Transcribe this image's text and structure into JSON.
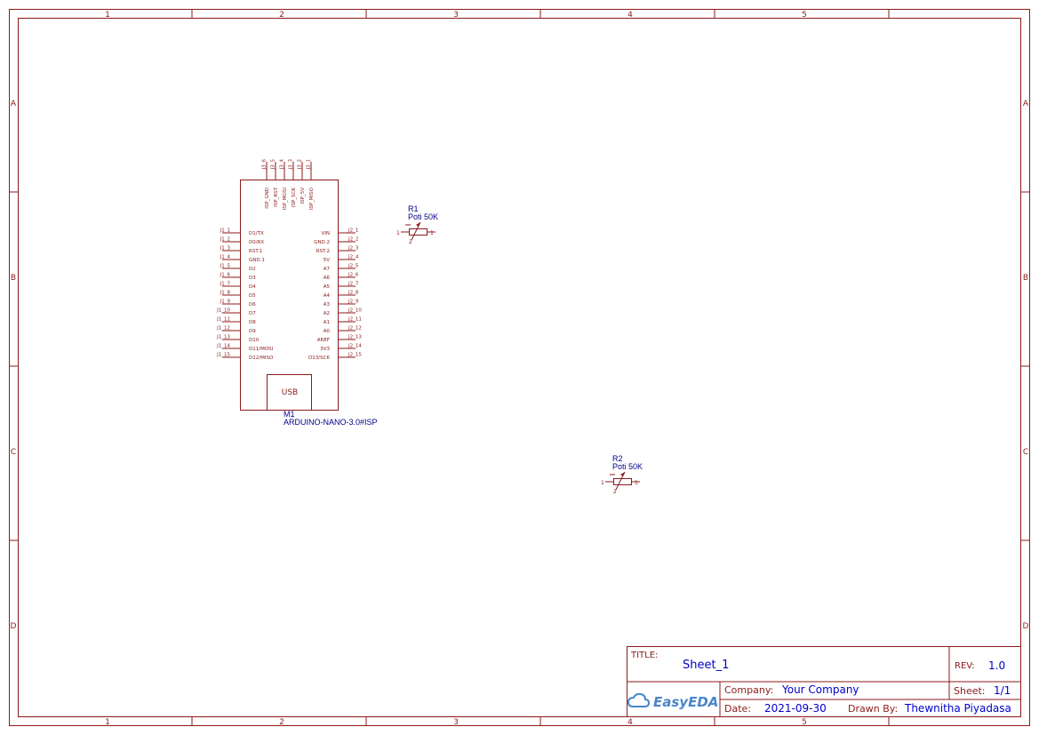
{
  "frame": {
    "columns": [
      "1",
      "2",
      "3",
      "4",
      "5"
    ],
    "rows": [
      "A",
      "B",
      "C",
      "D"
    ]
  },
  "arduino": {
    "designator": "M1",
    "part": "ARDUINO-NANO-3.0#ISP",
    "usb_label": "USB",
    "top_pins": [
      {
        "num": "J3_6",
        "name": "ISP_GND"
      },
      {
        "num": "J3_5",
        "name": "ISP_RST"
      },
      {
        "num": "J3_4",
        "name": "ISP_MOSI"
      },
      {
        "num": "J3_3",
        "name": "ISP_SCK"
      },
      {
        "num": "J3_2",
        "name": "ISP_5V"
      },
      {
        "num": "J3_1",
        "name": "ISP_MISO"
      }
    ],
    "left_pins": [
      {
        "num": "J1_1",
        "name": "D1/TX"
      },
      {
        "num": "J1_2",
        "name": "D0/RX"
      },
      {
        "num": "J1_3",
        "name": "RST.1"
      },
      {
        "num": "J1_4",
        "name": "GND.1"
      },
      {
        "num": "J1_5",
        "name": "D2"
      },
      {
        "num": "J1_6",
        "name": "D3"
      },
      {
        "num": "J1_7",
        "name": "D4"
      },
      {
        "num": "J1_8",
        "name": "D5"
      },
      {
        "num": "J1_9",
        "name": "D6"
      },
      {
        "num": "J1_10",
        "name": "D7"
      },
      {
        "num": "J1_11",
        "name": "D8"
      },
      {
        "num": "J1_12",
        "name": "D9"
      },
      {
        "num": "J1_13",
        "name": "D10"
      },
      {
        "num": "J1_14",
        "name": "D11/MOSI"
      },
      {
        "num": "J1_15",
        "name": "D12/MISO"
      }
    ],
    "right_pins": [
      {
        "num": "J2_1",
        "name": "VIN"
      },
      {
        "num": "J2_2",
        "name": "GND.2"
      },
      {
        "num": "J2_3",
        "name": "RST.2"
      },
      {
        "num": "J2_4",
        "name": "5V"
      },
      {
        "num": "J2_5",
        "name": "A7"
      },
      {
        "num": "J2_6",
        "name": "A6"
      },
      {
        "num": "J2_7",
        "name": "A5"
      },
      {
        "num": "J2_8",
        "name": "A4"
      },
      {
        "num": "J2_9",
        "name": "A3"
      },
      {
        "num": "J2_10",
        "name": "A2"
      },
      {
        "num": "J2_11",
        "name": "A1"
      },
      {
        "num": "J2_12",
        "name": "A0"
      },
      {
        "num": "J2_13",
        "name": "AREF"
      },
      {
        "num": "J2_14",
        "name": "3V3"
      },
      {
        "num": "J2_15",
        "name": "D13/SCK"
      }
    ]
  },
  "r1": {
    "designator": "R1",
    "value": "Poti 50K",
    "pin1": "1",
    "pin2": "1",
    "pin3": "2"
  },
  "r2": {
    "designator": "R2",
    "value": "Poti 50K",
    "pin1": "1",
    "pin2": "1",
    "pin3": "2"
  },
  "titleblock": {
    "title_label": "TITLE:",
    "title": "Sheet_1",
    "rev_label": "REV:",
    "rev": "1.0",
    "logo_text": "EasyEDA",
    "company_label": "Company:",
    "company": "Your Company",
    "sheet_label": "Sheet:",
    "sheet": "1/1",
    "date_label": "Date:",
    "date": "2021-09-30",
    "drawn_label": "Drawn By:",
    "drawn": "Thewnitha Piyadasa"
  }
}
